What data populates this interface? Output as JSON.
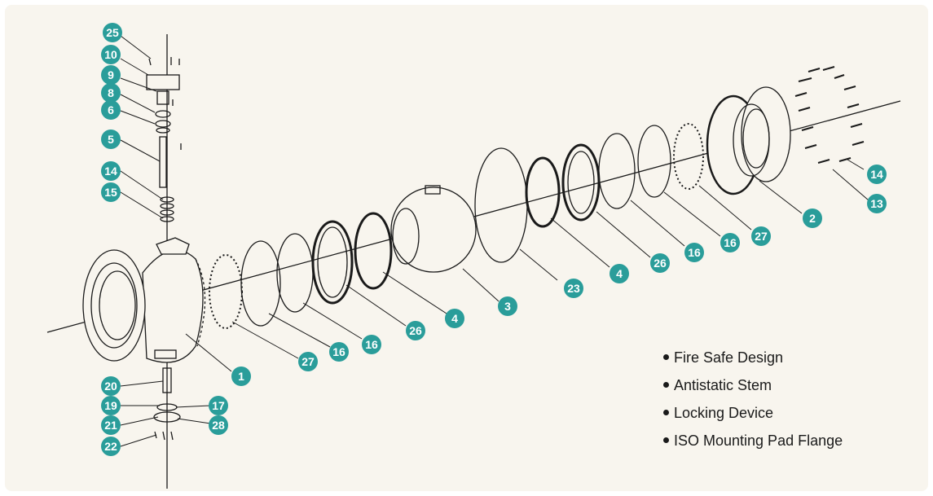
{
  "colors": {
    "background": "#f8f5ee",
    "callout": "#2a9d9a",
    "line": "#1a1a1a"
  },
  "callouts": {
    "c25": "25",
    "c10": "10",
    "c9": "9",
    "c8": "8",
    "c6": "6",
    "c5": "5",
    "c14a": "14",
    "c15": "15",
    "c20": "20",
    "c19": "19",
    "c21": "21",
    "c22": "22",
    "c17": "17",
    "c28": "28",
    "c1": "1",
    "c27a": "27",
    "c16a": "16",
    "c16b": "16",
    "c26a": "26",
    "c4a": "4",
    "c3": "3",
    "c23": "23",
    "c4b": "4",
    "c26b": "26",
    "c16c": "16",
    "c16d": "16",
    "c27b": "27",
    "c2": "2",
    "c14b": "14",
    "c13": "13"
  },
  "features": [
    "Fire Safe Design",
    "Antistatic Stem",
    "Locking Device",
    "ISO Mounting Pad Flange"
  ]
}
